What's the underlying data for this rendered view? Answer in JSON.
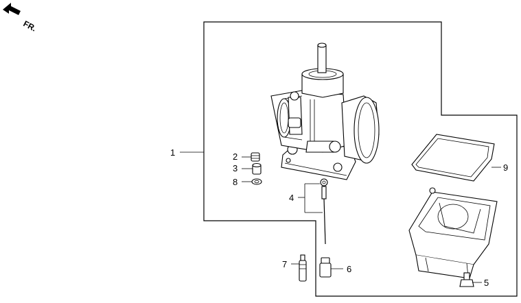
{
  "direction": {
    "label": "FR.",
    "icon": "front-direction-arrow-icon"
  },
  "callouts": [
    {
      "id": "1",
      "label": "1"
    },
    {
      "id": "2",
      "label": "2"
    },
    {
      "id": "3",
      "label": "3"
    },
    {
      "id": "8",
      "label": "8"
    },
    {
      "id": "4",
      "label": "4"
    },
    {
      "id": "9",
      "label": "9"
    },
    {
      "id": "7",
      "label": "7"
    },
    {
      "id": "6",
      "label": "6"
    },
    {
      "id": "5",
      "label": "5"
    }
  ]
}
